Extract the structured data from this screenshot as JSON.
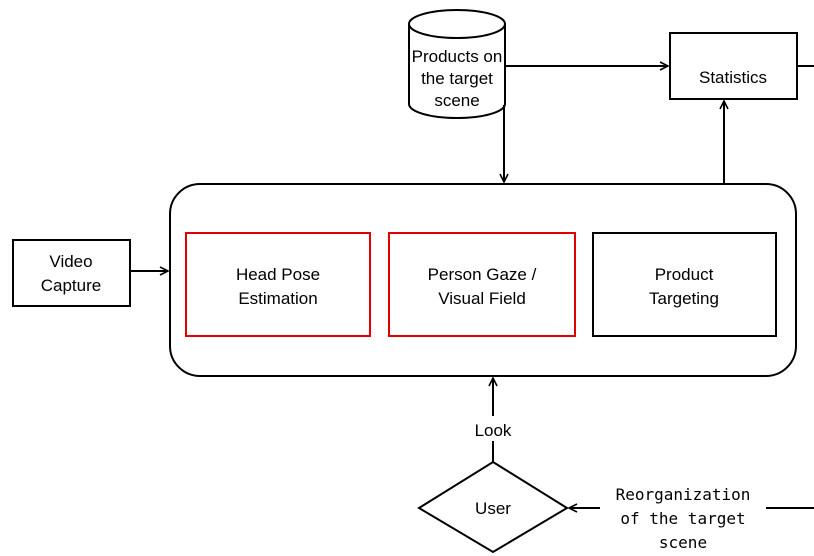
{
  "nodes": {
    "products_db": {
      "line1": "Products on",
      "line2": "the target",
      "line3": "scene"
    },
    "statistics": {
      "label": "Statistics"
    },
    "video_capture": {
      "line1": "Video",
      "line2": "Capture"
    },
    "head_pose": {
      "line1": "Head Pose",
      "line2": "Estimation"
    },
    "person_gaze": {
      "line1": "Person Gaze /",
      "line2": "Visual Field"
    },
    "product_targeting": {
      "line1": "Product",
      "line2": "Targeting"
    },
    "user": {
      "label": "User"
    }
  },
  "edges": {
    "look": {
      "label": "Look"
    },
    "reorganization": {
      "line1": "Reorganization",
      "line2": "of the target",
      "line3": "scene"
    }
  },
  "colors": {
    "highlight_border": "#e00000",
    "default_border": "#000000"
  }
}
